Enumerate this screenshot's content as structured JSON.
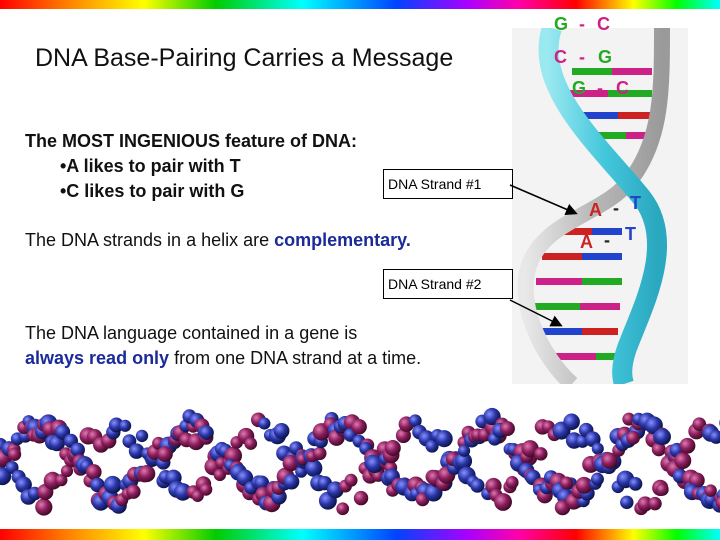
{
  "title": "DNA Base-Pairing Carries a Message",
  "feature": {
    "heading": "The MOST INGENIOUS feature of DNA:",
    "bullet1": "•A likes to pair with T",
    "bullet2": "•C likes to pair with G"
  },
  "complementary": {
    "prefix": "The DNA strands in a helix are ",
    "highlight": "complementary."
  },
  "language": {
    "line1": "The DNA language contained in a gene is",
    "highlight": "always read only",
    "rest": " from one DNA strand at a time."
  },
  "labels": {
    "strand1": "DNA Strand #1",
    "strand2": "DNA Strand #2"
  },
  "pairs": {
    "g1": "G",
    "dash1": "-",
    "c1": "C",
    "c2": "C",
    "dash2": "-",
    "g2": "G",
    "g3": "G",
    "dash3": "-",
    "c3": "C",
    "a1": "A",
    "dash4": "-",
    "t1": "T",
    "a2": "A",
    "dash5": "-",
    "t2": "T"
  },
  "colors": {
    "text_blue": "#1a2a9a",
    "guanine": "#22aa22",
    "cytosine": "#cc2288",
    "adenine": "#cc2222",
    "thymine": "#2244cc",
    "backbone": "#5ad0e0",
    "molecule_purple": "#8b1e5e",
    "molecule_blue": "#2a36a8"
  }
}
